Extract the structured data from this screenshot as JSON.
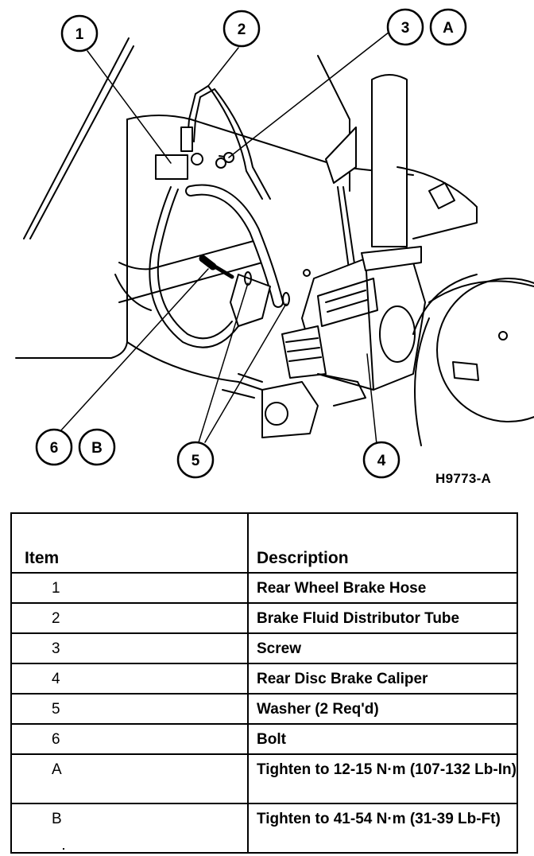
{
  "figure": {
    "code": "H9773-A",
    "callouts": [
      "1",
      "2",
      "3",
      "A",
      "4",
      "5",
      "6",
      "B"
    ]
  },
  "legend": {
    "headers": {
      "item": "Item",
      "description": "Description"
    },
    "rows": [
      {
        "item": "1",
        "description": "Rear Wheel Brake Hose"
      },
      {
        "item": "2",
        "description": "Brake Fluid Distributor Tube"
      },
      {
        "item": "3",
        "description": "Screw"
      },
      {
        "item": "4",
        "description": "Rear Disc Brake Caliper"
      },
      {
        "item": "5",
        "description": "Washer (2 Req'd)"
      },
      {
        "item": "6",
        "description": "Bolt"
      },
      {
        "item": "A",
        "description": "Tighten to 12-15 N·m (107-132 Lb-In)"
      },
      {
        "item": "B",
        "description": "Tighten to 41-54 N·m (31-39 Lb-Ft)"
      }
    ]
  }
}
